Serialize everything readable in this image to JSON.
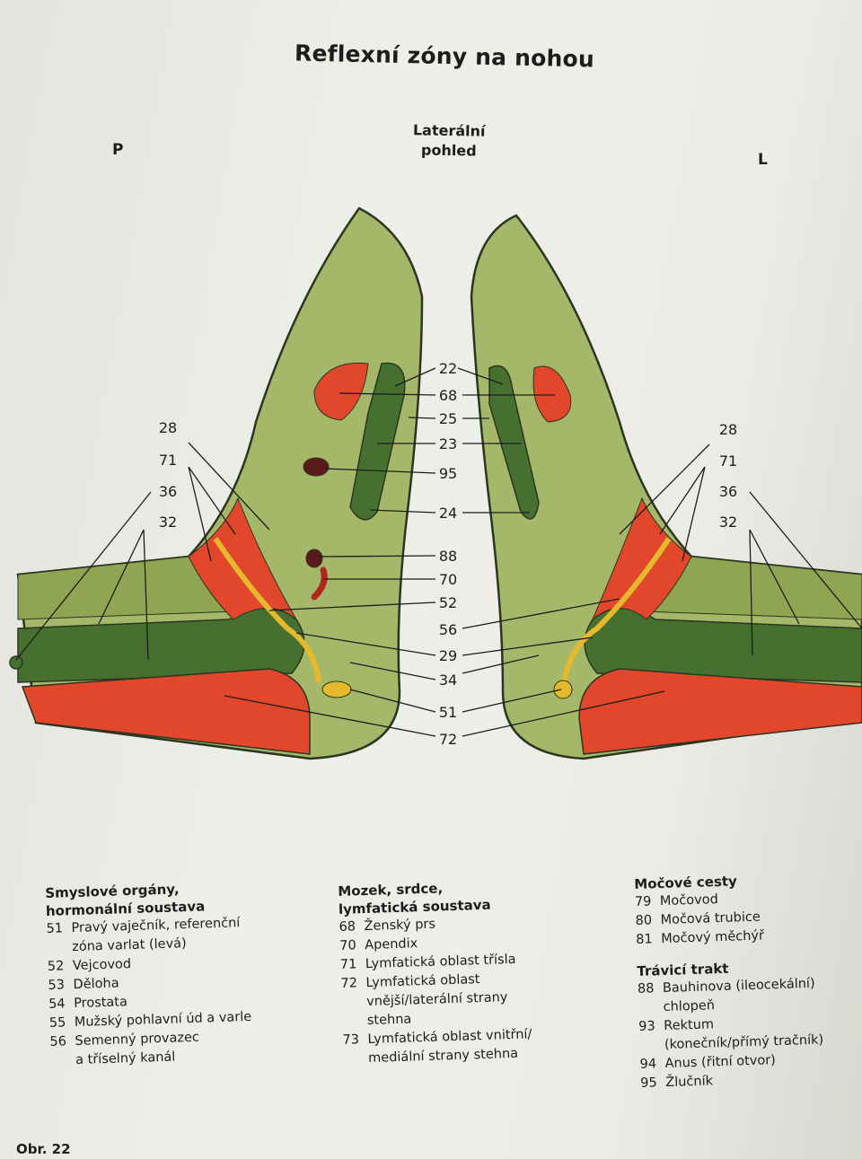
{
  "title": "Reflexní zóny na nohou",
  "right_label": "P",
  "left_label": "L",
  "view_label_1": "Laterální",
  "view_label_2": "pohled",
  "center_numbers": [
    "22",
    "68",
    "25",
    "23",
    "95",
    "24",
    "88",
    "70",
    "52",
    "56",
    "29",
    "34",
    "51",
    "72"
  ],
  "left_numbers": [
    "28",
    "71",
    "36",
    "32"
  ],
  "right_numbers": [
    "28",
    "71",
    "36",
    "32"
  ],
  "legend": {
    "col1": {
      "heading_1": "Smyslové orgány,",
      "heading_2": "hormonální soustava",
      "items": [
        {
          "num": "51",
          "text": "Pravý vaječník, referenční",
          "cont": "zóna varlat (levá)"
        },
        {
          "num": "52",
          "text": "Vejcovod"
        },
        {
          "num": "53",
          "text": "Děloha"
        },
        {
          "num": "54",
          "text": "Prostata"
        },
        {
          "num": "55",
          "text": "Mužský pohlavní úd a varle"
        },
        {
          "num": "56",
          "text": "Semenný provazec",
          "cont": "a tříselný kanál"
        }
      ]
    },
    "col2": {
      "heading_1": "Mozek, srdce,",
      "heading_2": "lymfatická soustava",
      "items": [
        {
          "num": "68",
          "text": "Ženský prs"
        },
        {
          "num": "70",
          "text": "Apendix"
        },
        {
          "num": "71",
          "text": "Lymfatická oblast třísla"
        },
        {
          "num": "72",
          "text": "Lymfatická oblast",
          "cont": "vnější/laterální strany",
          "cont2": "stehna"
        },
        {
          "num": "73",
          "text": "Lymfatická oblast vnitřní/",
          "cont": "mediální strany stehna"
        }
      ]
    },
    "col3": {
      "heading_a": "Močové cesty",
      "items_a": [
        {
          "num": "79",
          "text": "Močovod"
        },
        {
          "num": "80",
          "text": "Močová trubice"
        },
        {
          "num": "81",
          "text": "Močový měchýř"
        }
      ],
      "heading_b": "Trávicí trakt",
      "items_b": [
        {
          "num": "88",
          "text": "Bauhinova (ileocekální)",
          "cont": "chlopeň"
        },
        {
          "num": "93",
          "text": "Rektum",
          "cont": "(konečník/přímý tračník)"
        },
        {
          "num": "94",
          "text": "Anus (řitní otvor)"
        },
        {
          "num": "95",
          "text": "Žlučník"
        }
      ]
    }
  },
  "footer_label": "Obr. 22",
  "colors": {
    "light_green": "#9bb05a",
    "dark_green": "#3f6b2e",
    "red": "#e2472c",
    "yellow": "#e6b82c",
    "brown": "#5a1b1a"
  }
}
